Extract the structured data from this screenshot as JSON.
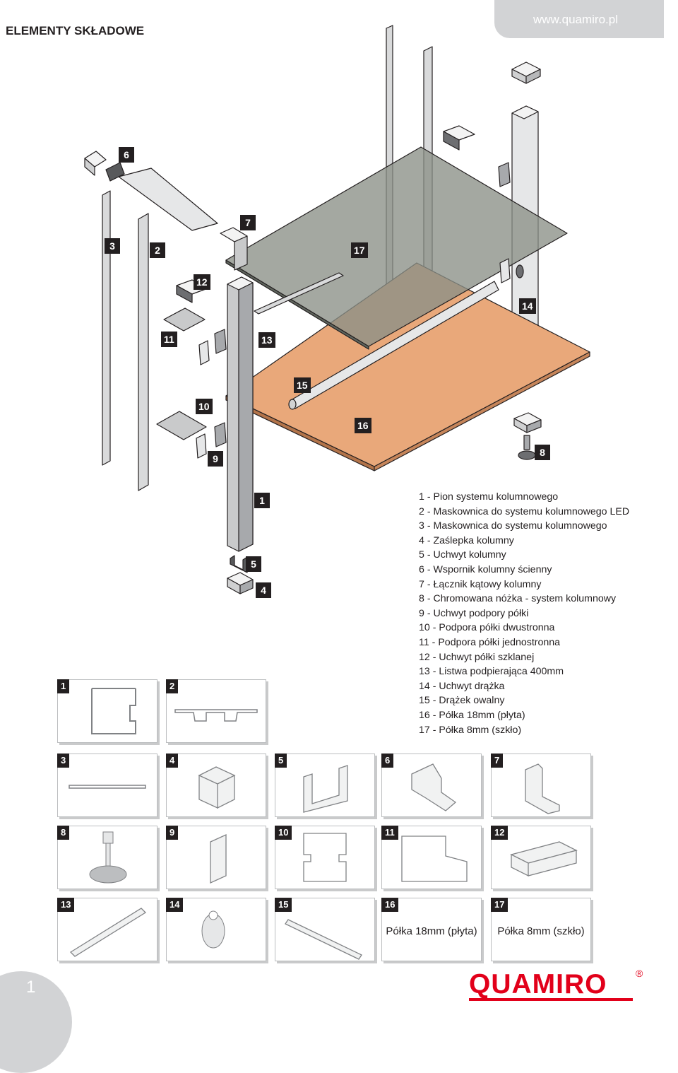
{
  "header": {
    "title": "ELEMENTY SKŁADOWE",
    "url": "www.quamiro.pl"
  },
  "callouts": [
    "6",
    "7",
    "3",
    "2",
    "17",
    "12",
    "14",
    "11",
    "13",
    "15",
    "10",
    "16",
    "8",
    "9",
    "1",
    "5",
    "4"
  ],
  "legend": {
    "items": [
      "1 - Pion systemu kolumnowego",
      "2 - Maskownica do systemu kolumnowego LED",
      "3 - Maskownica do systemu kolumnowego",
      "4 - Zaślepka kolumny",
      "5 - Uchwyt kolumny",
      "6 - Wspornik kolumny ścienny",
      "7 - Łącznik kątowy kolumny",
      "8 - Chromowana nóżka - system kolumnowy",
      "9 - Uchwyt podpory półki",
      "10 - Podpora półki dwustronna",
      "11 - Podpora półki jednostronna",
      "12 - Uchwyt półki szklanej",
      "13 - Listwa podpierająca 400mm",
      "14 - Uchwyt drążka",
      "15 - Drążek owalny",
      "16 - Półka 18mm (płyta)",
      "17 - Półka 8mm (szkło)"
    ]
  },
  "grid": {
    "cells": [
      {
        "num": "1",
        "caption": ""
      },
      {
        "num": "2",
        "caption": ""
      },
      {
        "num": "3",
        "caption": ""
      },
      {
        "num": "4",
        "caption": ""
      },
      {
        "num": "5",
        "caption": ""
      },
      {
        "num": "6",
        "caption": ""
      },
      {
        "num": "7",
        "caption": ""
      },
      {
        "num": "8",
        "caption": ""
      },
      {
        "num": "9",
        "caption": ""
      },
      {
        "num": "10",
        "caption": ""
      },
      {
        "num": "11",
        "caption": ""
      },
      {
        "num": "12",
        "caption": ""
      },
      {
        "num": "13",
        "caption": ""
      },
      {
        "num": "14",
        "caption": ""
      },
      {
        "num": "15",
        "caption": ""
      },
      {
        "num": "16",
        "caption": "Półka 18mm (płyta)"
      },
      {
        "num": "17",
        "caption": "Półka 8mm (szkło)"
      }
    ]
  },
  "footer": {
    "page_number": "1",
    "logo": "QUAMIRO",
    "logo_mark": "®"
  },
  "colors": {
    "brand": "#e2001a",
    "glass": "#8a9086",
    "wood": "#e9a87a",
    "metal": "#c9cacb"
  }
}
